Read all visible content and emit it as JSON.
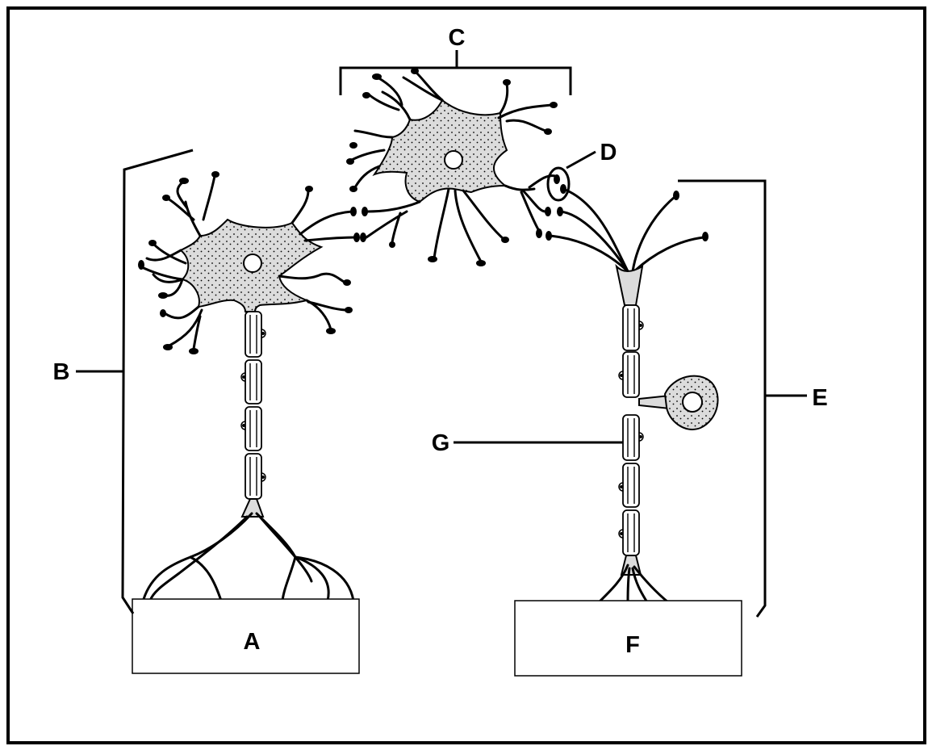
{
  "labels": {
    "a": "A",
    "b": "B",
    "c": "C",
    "d": "D",
    "e": "E",
    "f": "F",
    "g": "G"
  },
  "colors": {
    "ink": "#000000",
    "cell_fill": "#dcdcdc",
    "background": "#ffffff"
  }
}
